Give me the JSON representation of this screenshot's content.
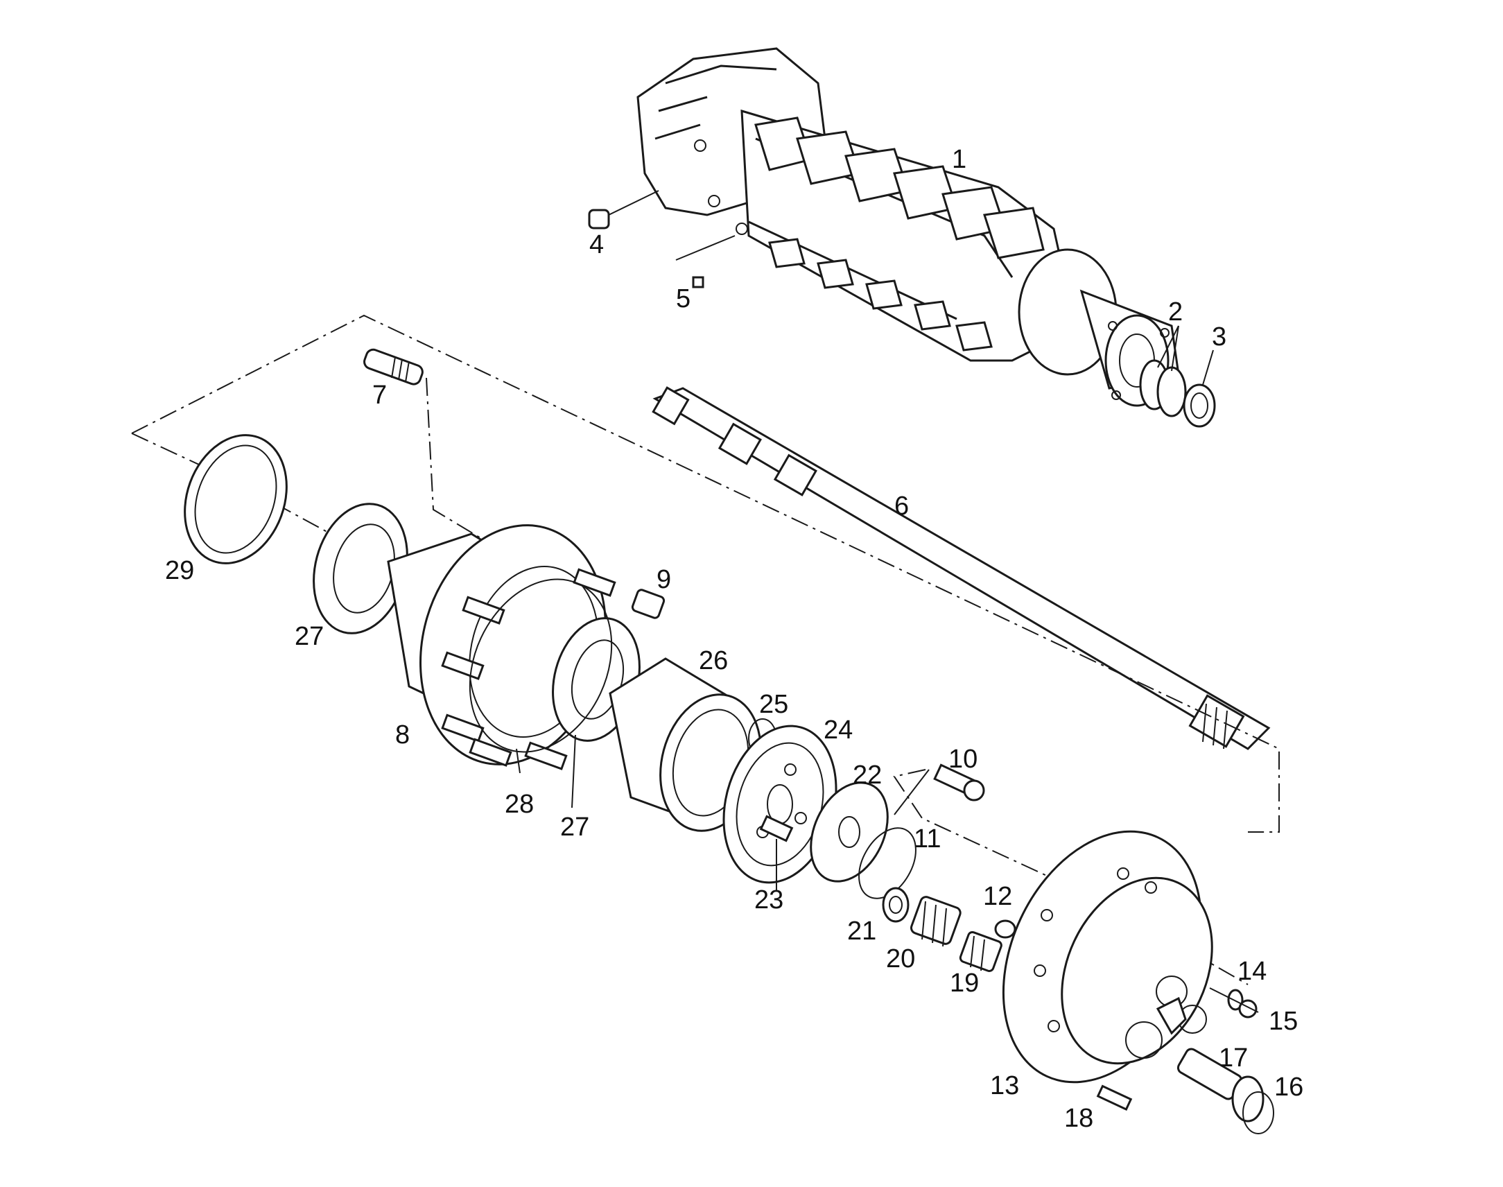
{
  "diagram": {
    "callouts": [
      "1",
      "2",
      "3",
      "4",
      "5",
      "6",
      "7",
      "8",
      "9",
      "10",
      "11",
      "12",
      "13",
      "14",
      "15",
      "16",
      "17",
      "18",
      "19",
      "20",
      "21",
      "22",
      "23",
      "24",
      "25",
      "26",
      "27",
      "27",
      "28",
      "29"
    ]
  }
}
